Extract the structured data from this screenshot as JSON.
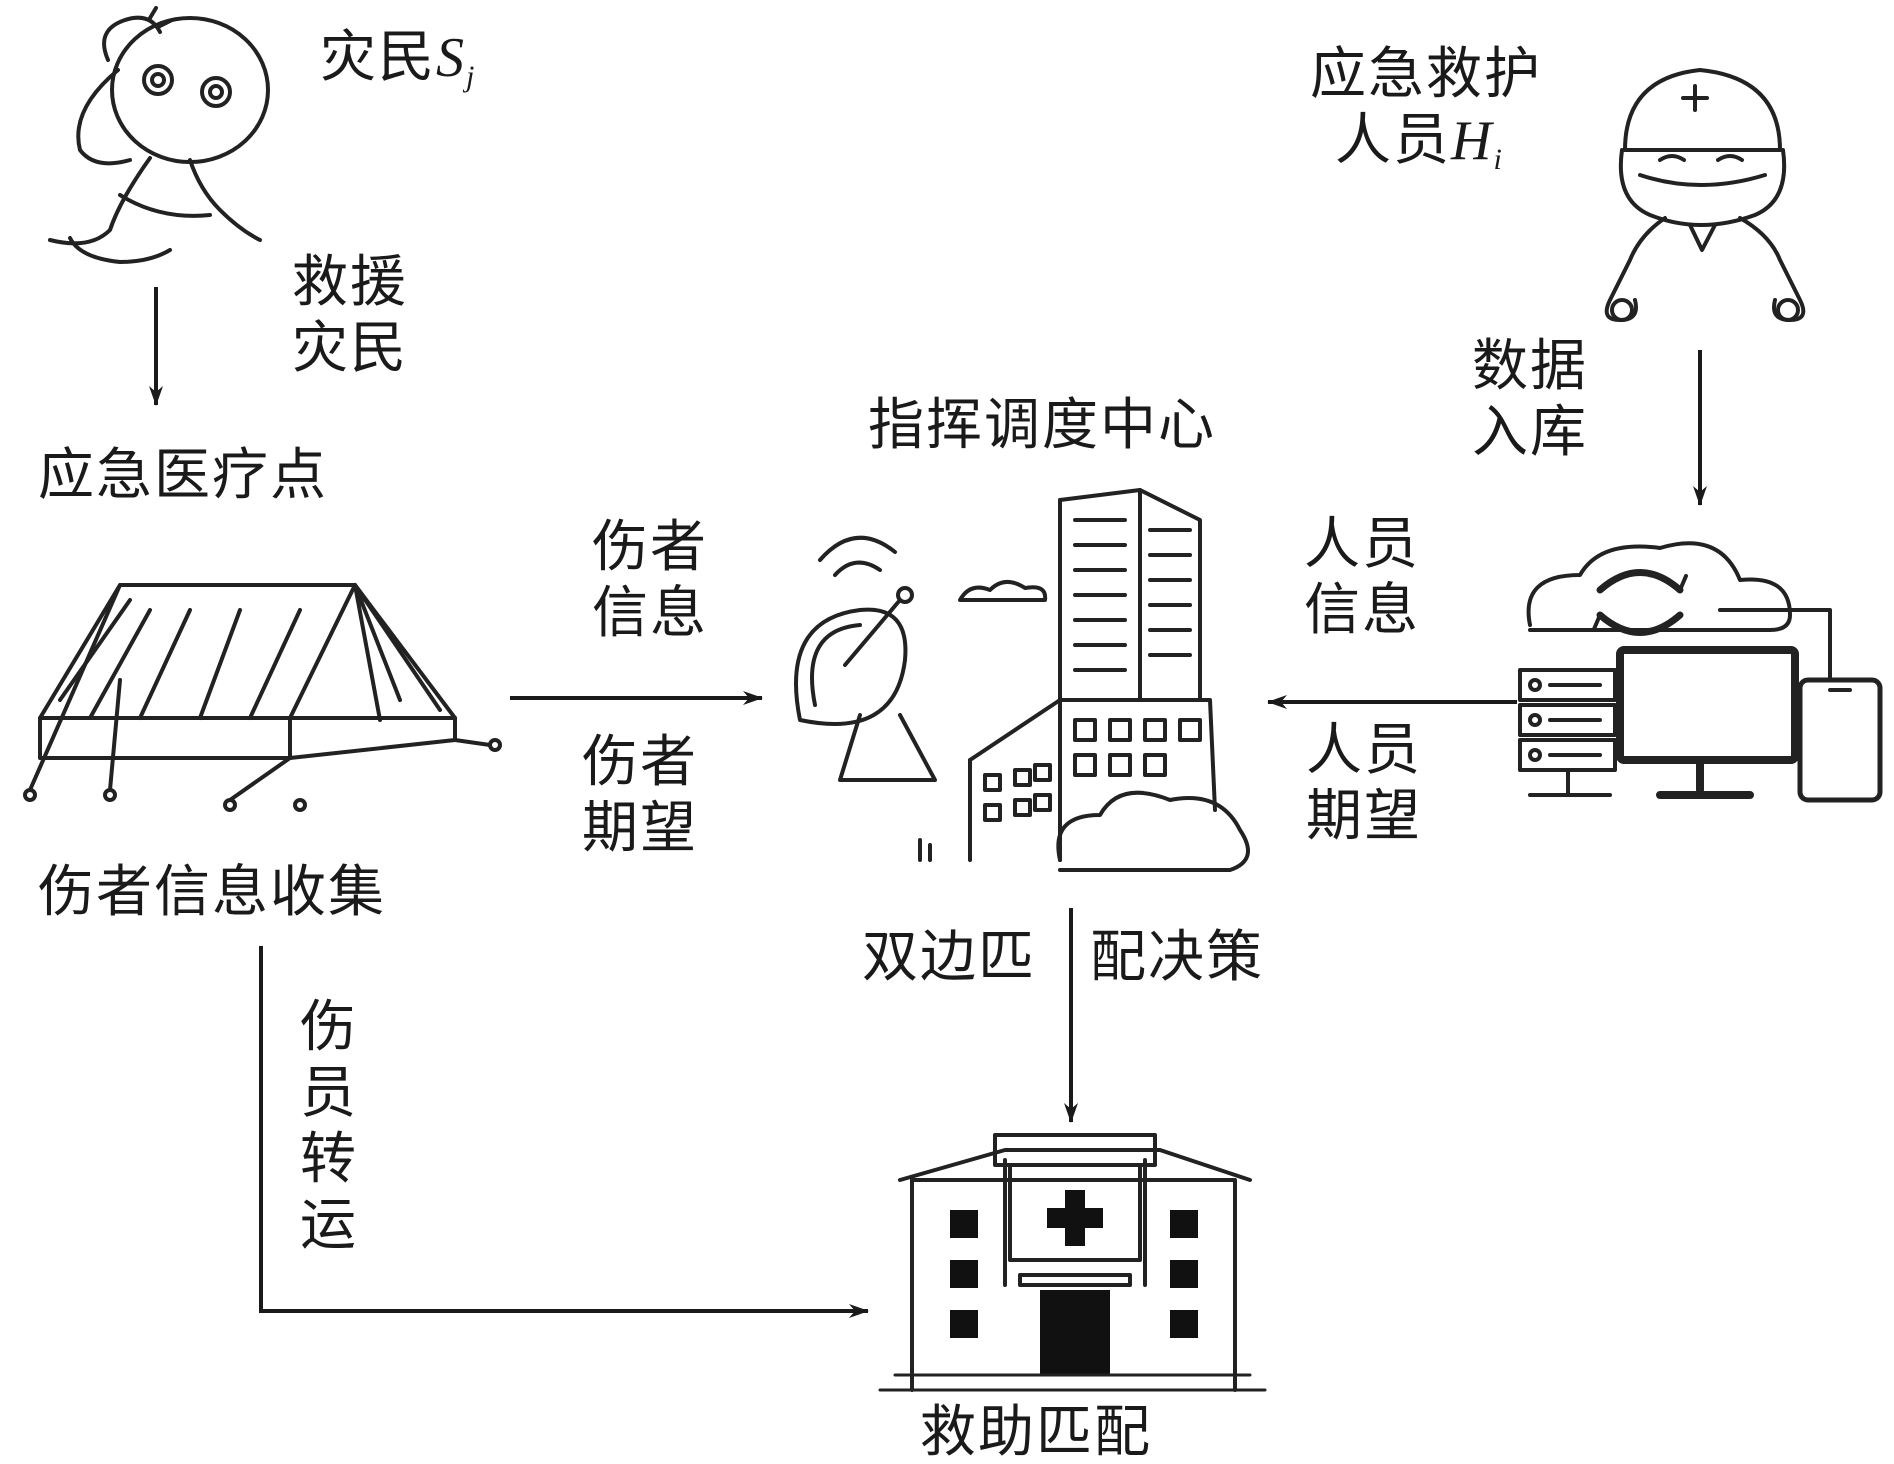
{
  "victim": {
    "label_text": "灾民",
    "label_var": "S",
    "label_sub": "j"
  },
  "responder": {
    "line1": "应急救护",
    "line2_text": "人员",
    "line2_var": "H",
    "line2_sub": "i"
  },
  "edges": {
    "rescue": [
      "救援",
      "灾民"
    ],
    "data_entry": [
      "数据",
      "入库"
    ],
    "injured_info": [
      "伤者",
      "信息"
    ],
    "injured_expect": [
      "伤者",
      "期望"
    ],
    "staff_info": [
      "人员",
      "信息"
    ],
    "staff_expect": [
      "人员",
      "期望"
    ],
    "transfer": [
      "伤",
      "员",
      "转",
      "运"
    ],
    "decision_left": "双边匹",
    "decision_right": "配决策"
  },
  "nodes": {
    "medical_point": "应急医疗点",
    "info_collection": "伤者信息收集",
    "command_center": "指挥调度中心",
    "matching": "救助匹配"
  }
}
